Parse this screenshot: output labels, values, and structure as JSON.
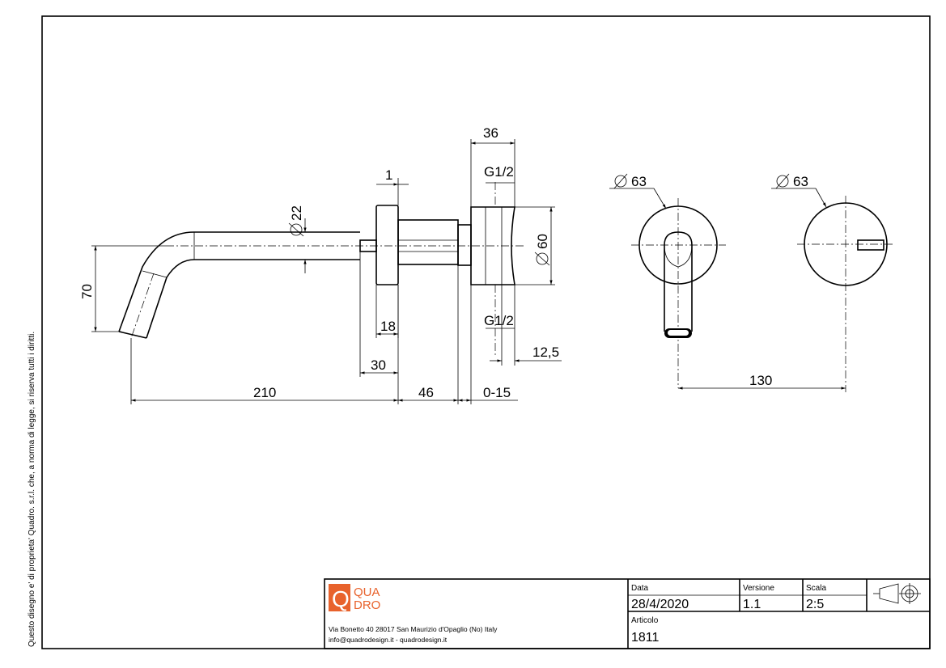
{
  "copyright_note": "Questo disegno e' di proprieta' Quadro. s.r.l. che, a norma di legge, si riserva tutti i diritti.",
  "dimensions": {
    "d36": "36",
    "d1": "1",
    "g12_top": "G1/2",
    "g12_bottom": "G1/2",
    "dia22": "22",
    "dia60": "60",
    "d70": "70",
    "d18": "18",
    "d30": "30",
    "d12_5": "12,5",
    "d210": "210",
    "d46": "46",
    "d0_15": "0-15",
    "dia63_left": "63",
    "dia63_right": "63",
    "d130": "130"
  },
  "title_block": {
    "logo_line1": "QUA",
    "logo_line2": "DRO",
    "logo_letter": "Q",
    "address_line1": "Via Bonetto 40  28017 San Maurizio d'Opaglio (No) Italy",
    "address_line2": "info@quadrodesign.it  -  quadrodesign.it",
    "data_label": "Data",
    "data_value": "28/4/2020",
    "versione_label": "Versione",
    "versione_value": "1.1",
    "scala_label": "Scala",
    "scala_value": "2:5",
    "articolo_label": "Articolo",
    "articolo_value": "1811",
    "projection_symbol": "first-angle-projection-icon"
  },
  "colors": {
    "logo_orange": "#e8622c",
    "line": "#000000"
  }
}
